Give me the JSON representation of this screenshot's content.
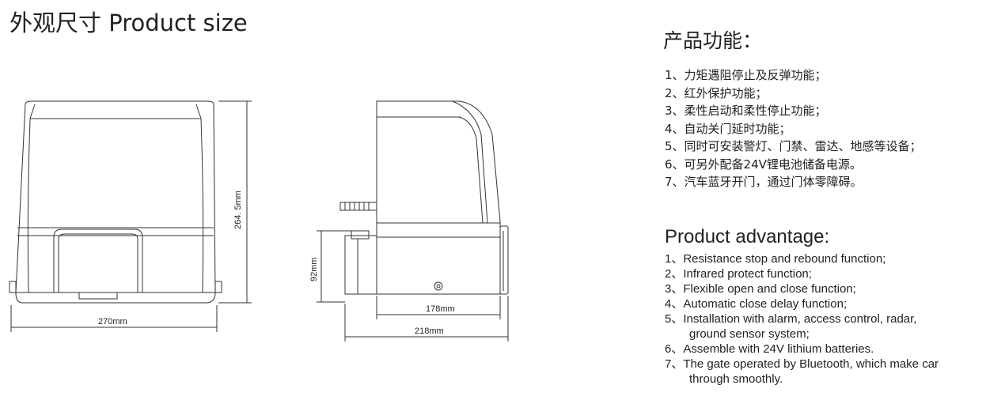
{
  "title": "外观尺寸 Product size",
  "dimensions": {
    "front_width": "270mm",
    "front_height": "264. 5mm",
    "side_base_height": "92mm",
    "side_body_width": "178mm",
    "side_total_width": "218mm"
  },
  "features_cn": {
    "heading": "产品功能：",
    "items": [
      "1、力矩遇阻停止及反弹功能；",
      "2、红外保护功能；",
      "3、柔性启动和柔性停止功能；",
      "4、自动关门延时功能；",
      "5、同时可安装警灯、门禁、雷达、地感等设备；",
      "6、可另外配备24V锂电池储备电源。",
      "7、汽车蓝牙开门，通过门体零障碍。"
    ]
  },
  "features_en": {
    "heading": "Product advantage:",
    "items": [
      {
        "line": "1、Resistance stop and rebound function;",
        "cont": ""
      },
      {
        "line": "2、Infrared protect function;",
        "cont": ""
      },
      {
        "line": "3、Flexible open and close function;",
        "cont": ""
      },
      {
        "line": "4、Automatic close delay function;",
        "cont": ""
      },
      {
        "line": "5、Installation with alarm, access control, radar,",
        "cont": "ground sensor system;"
      },
      {
        "line": "6、Assemble with 24V lithium batteries.",
        "cont": ""
      },
      {
        "line": "7、The gate operated by Bluetooth, which make car",
        "cont": "through smoothly."
      }
    ]
  }
}
